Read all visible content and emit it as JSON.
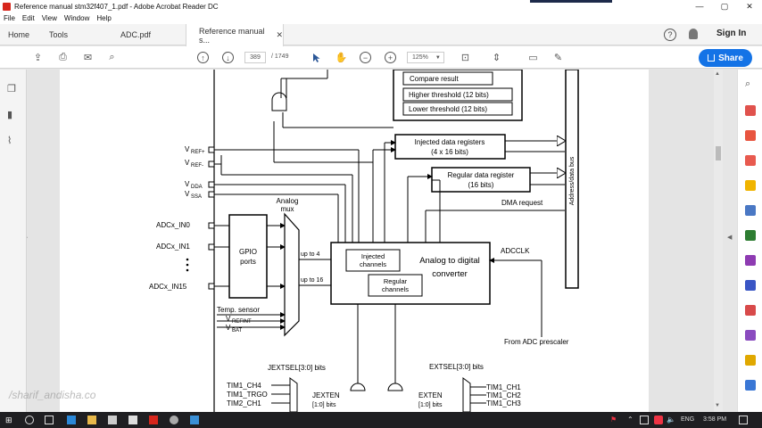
{
  "window": {
    "title": "Reference manual stm32f407_1.pdf - Adobe Acrobat Reader DC",
    "controls": [
      "—",
      "▢",
      "✕"
    ]
  },
  "menu": [
    "File",
    "Edit",
    "View",
    "Window",
    "Help"
  ],
  "tabs": {
    "home": "Home",
    "tools": "Tools",
    "doc1": "ADC.pdf",
    "doc2": "Reference manual s...",
    "close": "✕",
    "signin": "Sign In",
    "help": "?"
  },
  "toolbar": {
    "page_current": "389",
    "page_total": "/ 1749",
    "zoom": "125%",
    "share": "Share"
  },
  "diagram": {
    "labels": {
      "compare_result": "Compare result",
      "higher_threshold": "Higher threshold (12 bits)",
      "lower_threshold": "Lower threshold (12 bits)",
      "address_data_bus": "Address/data bus",
      "injected_regs_1": "Injected data registers",
      "injected_regs_2": "(4 x 16 bits)",
      "regular_reg_1": "Regular data register",
      "regular_reg_2": "(16 bits)",
      "dma_request": "DMA request",
      "vref_plus": "V",
      "vref_plus_sub": "REF+",
      "vref_minus": "V",
      "vref_minus_sub": "REF-",
      "vdda": "V",
      "vdda_sub": "DDA",
      "vssa": "V",
      "vssa_sub": "SSA",
      "analog_mux_1": "Analog",
      "analog_mux_2": "mux",
      "adc_in0": "ADCx_IN0",
      "adc_in1": "ADCx_IN1",
      "adc_in15": "ADCx_IN15",
      "gpio_1": "GPIO",
      "gpio_2": "ports",
      "up_to_4": "up to 4",
      "up_to_16": "up to 16",
      "injected_ch_1": "Injected",
      "injected_ch_2": "channels",
      "regular_ch_1": "Regular",
      "regular_ch_2": "channels",
      "adc_1": "Analog to digital",
      "adc_2": "converter",
      "adcclk": "ADCCLK",
      "from_prescaler": "From ADC prescaler",
      "temp_sensor": "Temp. sensor",
      "vrefint": "V",
      "vrefint_sub": "REFINT",
      "vbat": "V",
      "vbat_sub": "BAT",
      "jextsel": "JEXTSEL[3:0] bits",
      "extsel": "EXTSEL[3:0] bits",
      "jexten_1": "JEXTEN",
      "jexten_2": "[1:0] bits",
      "exten_1": "EXTEN",
      "exten_2": "[1:0] bits",
      "tim1_ch4": "TIM1_CH4",
      "tim1_trgo": "TIM1_TRGO",
      "tim2_ch1": "TIM2_CH1",
      "tim1_ch1": "TIM1_CH1",
      "tim1_ch2": "TIM1_CH2",
      "tim1_ch3": "TIM1_CH3"
    }
  },
  "watermark": "/sharif_andisha.co",
  "taskbar": {
    "lang": "ENG",
    "time": "3:58 PM"
  },
  "colors": {
    "share_blue": "#1473e6",
    "acrobat_red": "#d7261c",
    "taskbar": "#1f1f22"
  }
}
